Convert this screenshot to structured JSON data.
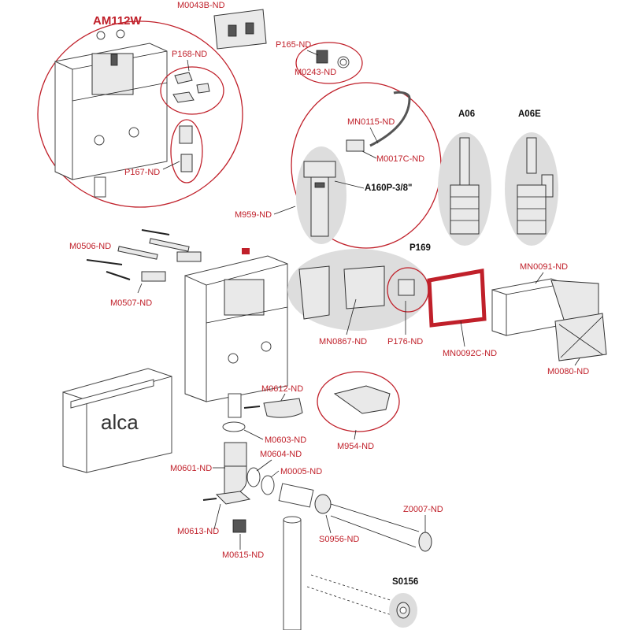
{
  "title": "AM112W",
  "parts": {
    "m0043b": "M0043B-ND",
    "p165": "P165-ND",
    "m0243": "M0243-ND",
    "p168": "P168-ND",
    "mn0115": "MN0115-ND",
    "m0017c": "M0017C-ND",
    "a160p": "A160P-3/8\"",
    "p167": "P167-ND",
    "m959": "M959-ND",
    "a06": "A06",
    "a06e": "A06E",
    "m0506": "M0506-ND",
    "m0507": "M0507-ND",
    "p169": "P169",
    "mn0091": "MN0091-ND",
    "mn0867": "MN0867-ND",
    "p176": "P176-ND",
    "mn0092c": "MN0092C-ND",
    "m0080": "M0080-ND",
    "m0612": "M0612-ND",
    "m0603": "M0603-ND",
    "m954": "M954-ND",
    "m0604": "M0604-ND",
    "m0601": "M0601-ND",
    "m0005": "M0005-ND",
    "z0007": "Z0007-ND",
    "m0613": "M0613-ND",
    "s0956": "S0956-ND",
    "m0615": "M0615-ND",
    "s0156": "S0156"
  },
  "brand": "alca",
  "colors": {
    "accent": "#c0202a",
    "outline": "#333333",
    "highlight": "#dddddd"
  }
}
